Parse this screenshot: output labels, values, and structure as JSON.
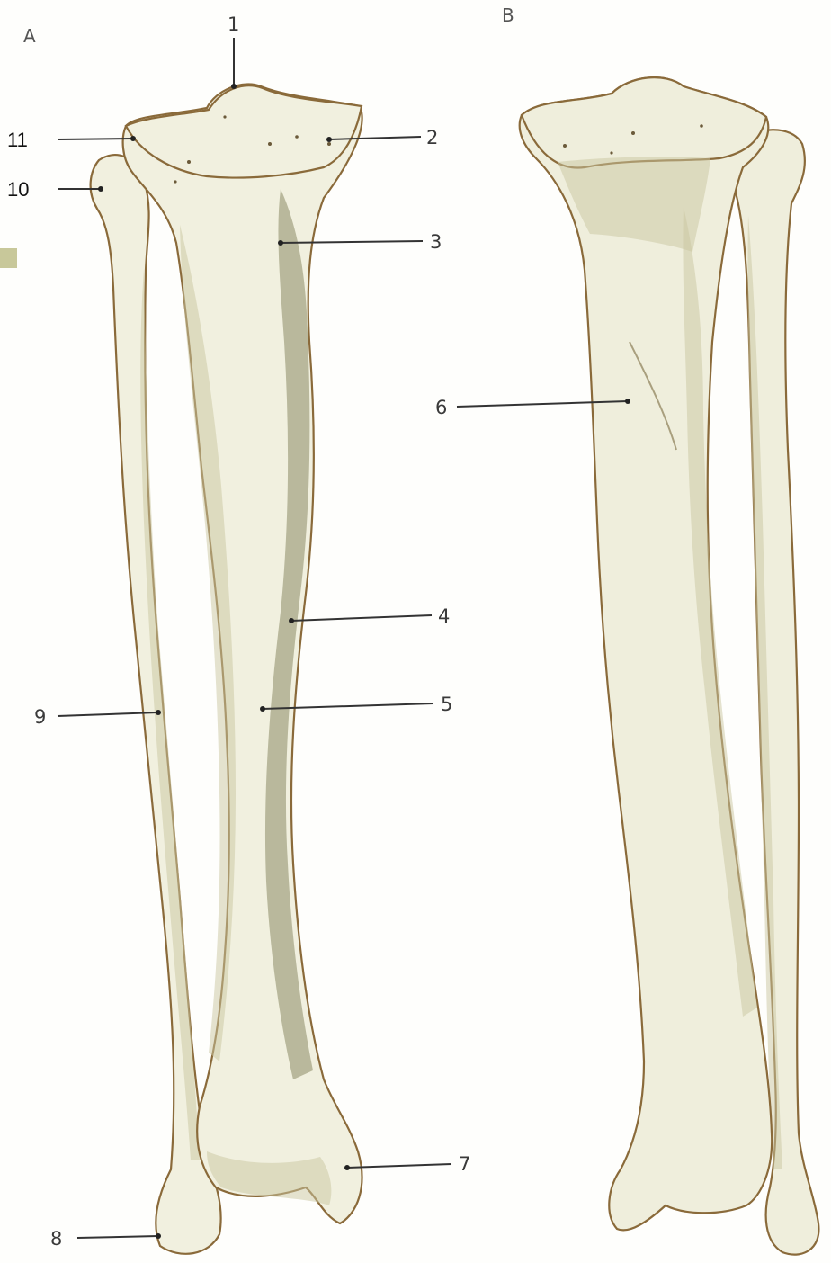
{
  "views": {
    "a": "A",
    "b": "B"
  },
  "labels": {
    "l1": "1",
    "l2": "2",
    "l3": "3",
    "l4": "4",
    "l5": "5",
    "l6": "6",
    "l7": "7",
    "l8": "8",
    "l9": "9",
    "l10": "10",
    "l11": "11"
  },
  "colors": {
    "bone": "#f1f0df",
    "outline": "#8a6a3a",
    "shadow": "#8b8a64",
    "marker": "#c8c89a"
  }
}
